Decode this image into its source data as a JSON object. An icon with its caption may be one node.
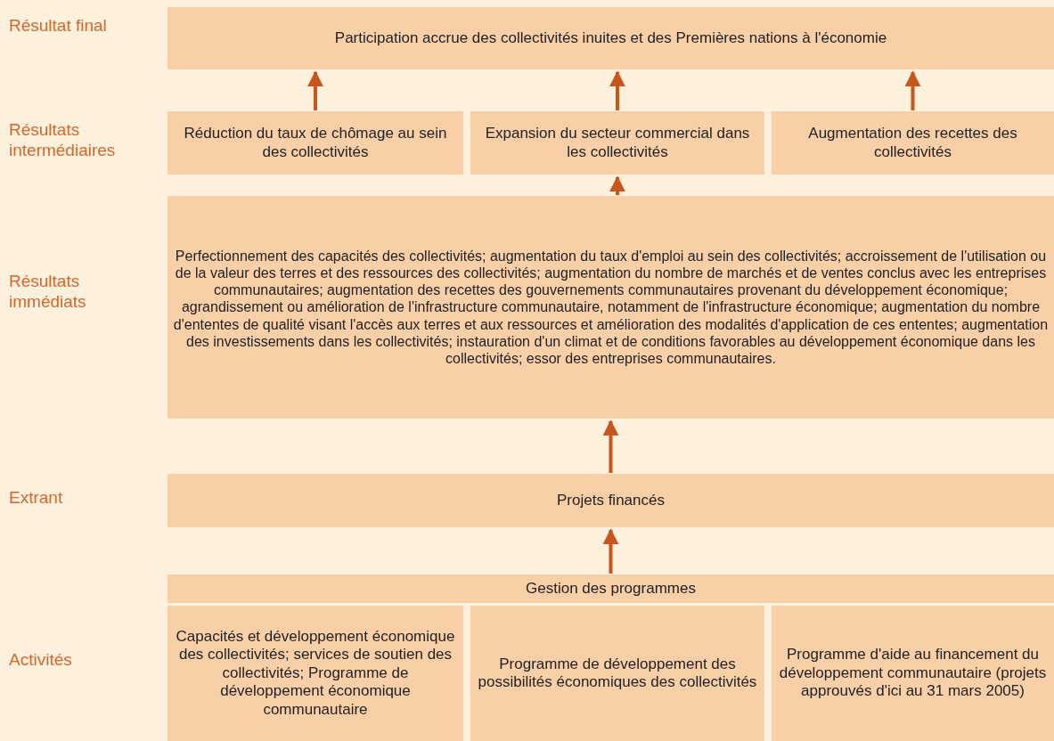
{
  "diagram": {
    "nodes": [
      {
        "text": [
          "Participation accrue des collectivités inuites et des Premières nations à l'économie"
        ]
      },
      {
        "text": [
          "Réduction du taux de chômage au sein des collectivités"
        ]
      },
      {
        "text": [
          "Expansion du secteur commercial dans les collectivités"
        ]
      },
      {
        "text": [
          "Augmentation des recettes des collectivités"
        ]
      },
      {
        "text": [
          "Perfectionnement des capacités des collectivités; augmentation du taux d'emploi au sein des collectivités; accroissement de l'utilisation ou de la valeur des terres et des ressources des collectivités; augmentation du nombre de marchés et de ventes conclus avec les entreprises communautaires; augmentation des recettes des gouvernements communautaires provenant du développement économique; agrandissement ou amélioration de l'infrastructure communautaire, notamment de l'infrastructure économique; augmentation du nombre d'ententes de qualité visant l'accès aux terres et aux ressources et amélioration des modalités d'application de ces ententes; augmentation des investissements dans les collectivités; instauration d'un climat et de conditions favorables au développement économique dans les collectivités; essor des entreprises communautaires."
        ]
      },
      {
        "text": [
          "Projets financés"
        ]
      },
      {
        "text": [
          "Gestion des programmes"
        ]
      },
      {
        "text": [
          "Capacités et développement économique des collectivités; services de soutien des collectivités; Programme de développement économique communautaire"
        ]
      },
      {
        "text": [
          "Programme de développement des possibilités économiques des collectivités"
        ]
      },
      {
        "text": [
          "Programme d'aide au financement du développement communautaire (projets approuvés d'ici au 31 mars 2005)"
        ]
      }
    ],
    "edges": [
      {
        "from": 1,
        "to": 0,
        "arrow": "to"
      },
      {
        "from": 2,
        "to": 0,
        "arrow": "to"
      },
      {
        "from": 3,
        "to": 0,
        "arrow": "to"
      },
      {
        "from": 4,
        "to": 2,
        "arrow": "to"
      },
      {
        "from": 5,
        "to": 4,
        "arrow": "to"
      },
      {
        "from": 6,
        "to": 5,
        "arrow": "to"
      }
    ],
    "labels": [
      "Résultat final",
      "Résultats intermédiaires",
      "Résultats immédiats",
      "Extrant",
      "Activités"
    ]
  }
}
